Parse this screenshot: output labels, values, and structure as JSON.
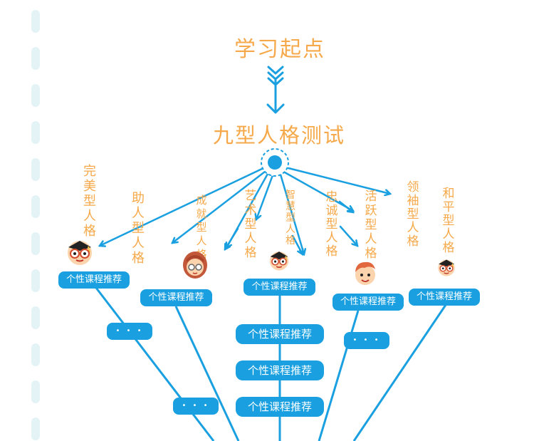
{
  "diagram": {
    "start_label": "学习起点",
    "test_label": "九型人格测试",
    "personalities": [
      {
        "id": "perfectionist",
        "label": "完美型人格"
      },
      {
        "id": "helper",
        "label": "助人型人格"
      },
      {
        "id": "achiever",
        "label": "成就型人格"
      },
      {
        "id": "artist",
        "label": "艺术型人格"
      },
      {
        "id": "thinker",
        "label": "智慧型人格"
      },
      {
        "id": "loyalist",
        "label": "忠诚型人格"
      },
      {
        "id": "enthusiast",
        "label": "活跃型人格"
      },
      {
        "id": "leader",
        "label": "领袖型人格"
      },
      {
        "id": "peacemaker",
        "label": "和平型人格"
      }
    ],
    "course_label": "个性课程推荐",
    "ellipsis": "• • •"
  },
  "colors": {
    "accent_orange": "#f5a94a",
    "line_blue": "#1aa0e0",
    "dash_decor": "#e3f3f6"
  },
  "icons": [
    "avatar-boy-glasses-icon",
    "avatar-girl-icon",
    "avatar-boy-icon",
    "target-hub-icon"
  ]
}
